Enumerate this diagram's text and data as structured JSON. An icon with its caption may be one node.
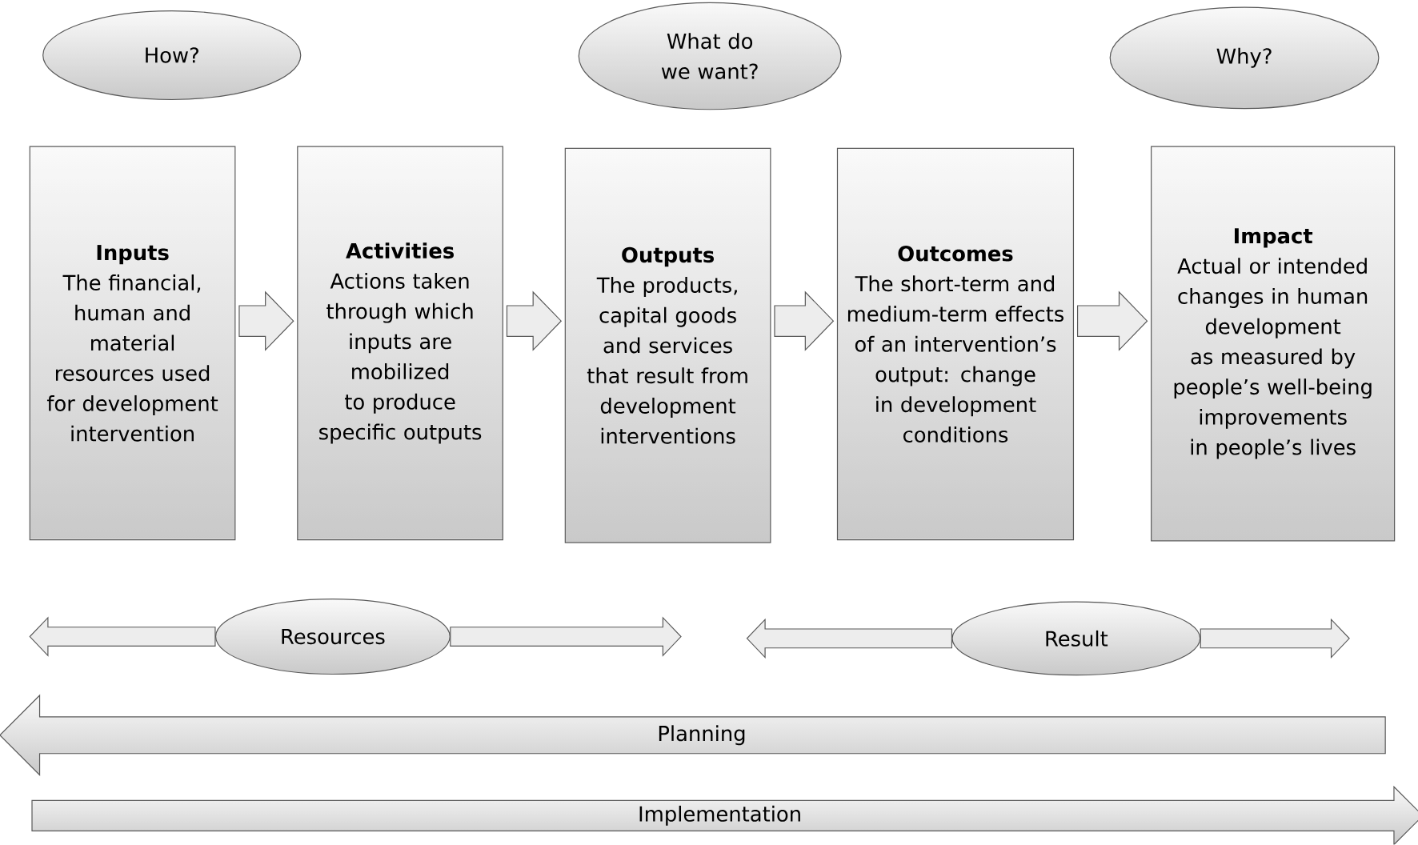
{
  "diagram": {
    "nodes": [
      {
        "text": [
          "How?"
        ]
      },
      {
        "text": [
          "What do we want?"
        ]
      },
      {
        "text": [
          "Why?"
        ]
      },
      {
        "text": [
          "Inputs",
          "The financial, human and material resources used for development intervention"
        ]
      },
      {
        "text": [
          "Activities",
          "Actions taken through which inputs are mobilized to produce specific outputs"
        ]
      },
      {
        "text": [
          "Outputs",
          "The products, capital goods and services that result from development interventions"
        ]
      },
      {
        "text": [
          "Outcomes",
          "The short-term and medium-term effects of an intervention’s output: change in development conditions"
        ]
      },
      {
        "text": [
          "Impact",
          "Actual or intended changes in human development as measured by people’s well-being improvements in people’s lives"
        ]
      },
      {
        "text": [
          "Resources"
        ]
      },
      {
        "text": [
          "Result"
        ]
      },
      {
        "text": [
          "Planning"
        ]
      },
      {
        "text": [
          "Implementation"
        ]
      }
    ],
    "edges": [
      {
        "from": 3,
        "to": 4,
        "arrow": "to"
      },
      {
        "from": 4,
        "to": 5,
        "arrow": "to"
      },
      {
        "from": 5,
        "to": 6,
        "arrow": "to"
      },
      {
        "from": 6,
        "to": 7,
        "arrow": "to"
      },
      {
        "from": 8,
        "to": null,
        "arrow": "to"
      },
      {
        "from": 8,
        "to": null,
        "arrow": "to"
      },
      {
        "from": 9,
        "to": null,
        "arrow": "to"
      },
      {
        "from": 9,
        "to": null,
        "arrow": "to"
      }
    ]
  }
}
